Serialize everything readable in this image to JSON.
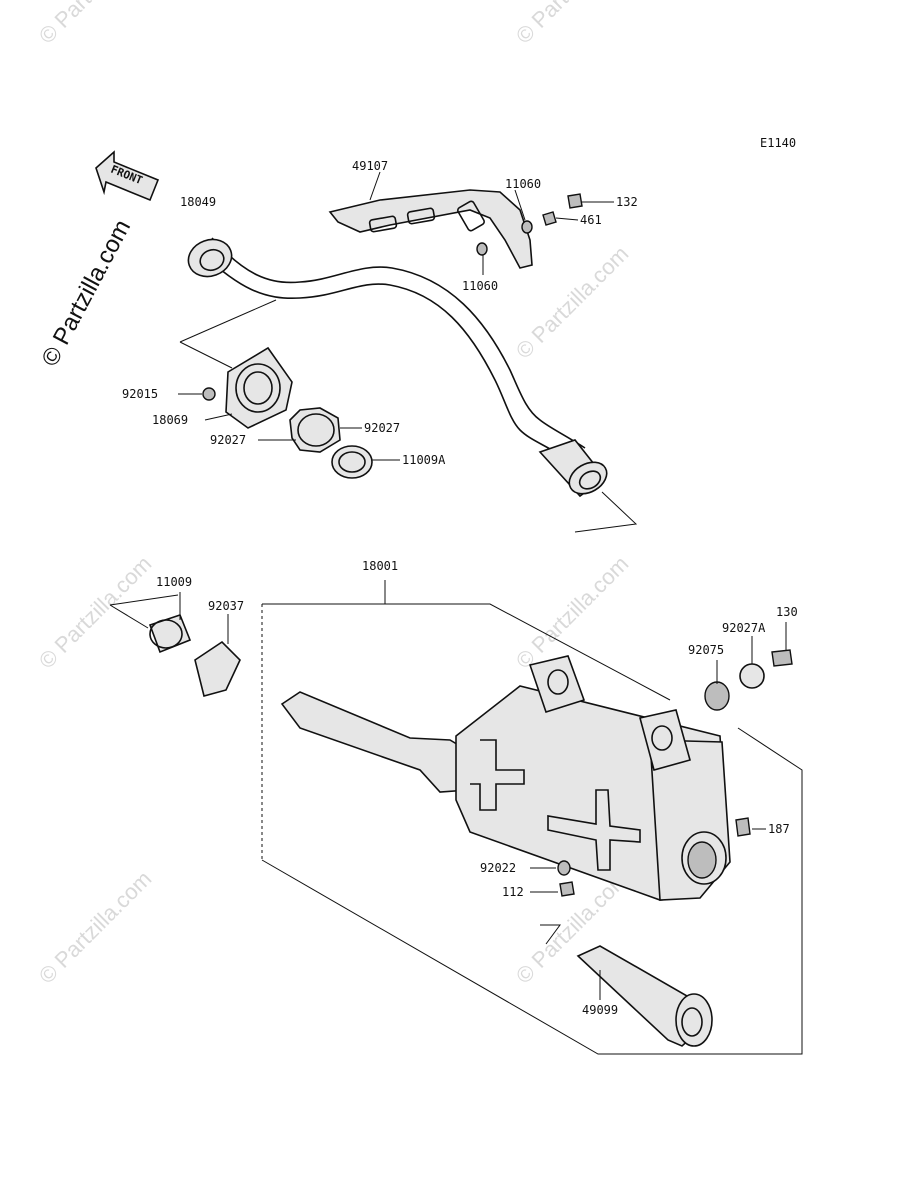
{
  "diagram_code": "E1140",
  "copyright_text": "© Partzilla.com",
  "watermark_text": "© Partzilla.com",
  "front_label": "FRONT",
  "parts": {
    "p18049": "18049",
    "p49107": "49107",
    "p11060a": "11060",
    "p11060b": "11060",
    "p132": "132",
    "p461": "461",
    "p92015": "92015",
    "p18069": "18069",
    "p92027a": "92027",
    "p92027b": "92027",
    "p11009A": "11009A",
    "p18001": "18001",
    "p11009": "11009",
    "p92037": "92037",
    "p130": "130",
    "p92027A": "92027A",
    "p92075": "92075",
    "p187": "187",
    "p92022": "92022",
    "p112": "112",
    "p49099": "49099"
  }
}
